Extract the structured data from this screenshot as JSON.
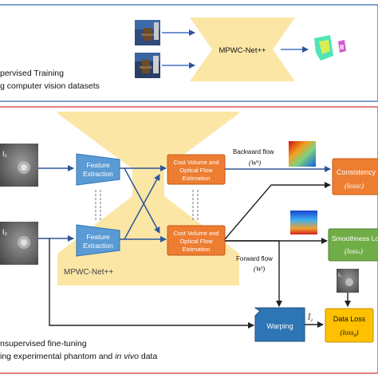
{
  "top_panel": {
    "network_label": "MPWC-Net++",
    "caption_line1": "pervised Training",
    "caption_line2": "g computer vision datasets",
    "colors": {
      "frame": "#2a5fa8",
      "network": "#fbe6a6",
      "arrow": "#4472c4"
    }
  },
  "bottom_panel": {
    "input_label_1": "I₁",
    "input_label_2": "I₂",
    "feature_label_line1": "Feature",
    "feature_label_line2": "Extraction",
    "cost_label_line1": "Cost Volume and",
    "cost_label_line2": "Optical Flow",
    "cost_label_line3": "Estimation",
    "network_label": "MPWC-Net++",
    "backward_flow_label": "Backward flow",
    "backward_flow_symbol": "(Wᵇ)",
    "forward_flow_label": "Forward flow",
    "forward_flow_symbol": "(Wᶠ)",
    "consistency_label": "Consistency",
    "consistency_symbol": "(lossᴄ)",
    "smoothness_label": "Smoothness Lo",
    "smoothness_symbol": "(lossₛ)",
    "warping_label": "Warping",
    "warped_image_label": "Î₂",
    "data_loss_label": "Data Loss",
    "data_loss_symbol": "(loss_d)",
    "small_image_label": "I₁",
    "caption_line1": "nsupervised fine-tuning",
    "caption_line2_plain": "ing experimental phantom and ",
    "caption_line2_italic": "in vivo",
    "caption_line2_tail": " data",
    "colors": {
      "frame": "#d42a2a",
      "network": "#fbe6a6",
      "feature_box": "#5b9bd5",
      "cost_box": "#ed7d31",
      "consistency_box": "#ed7d31",
      "smoothness_box": "#70ad47",
      "warping_box": "#2e75b6",
      "data_loss_box": "#ffc000",
      "arrow": "#2e5597"
    }
  }
}
